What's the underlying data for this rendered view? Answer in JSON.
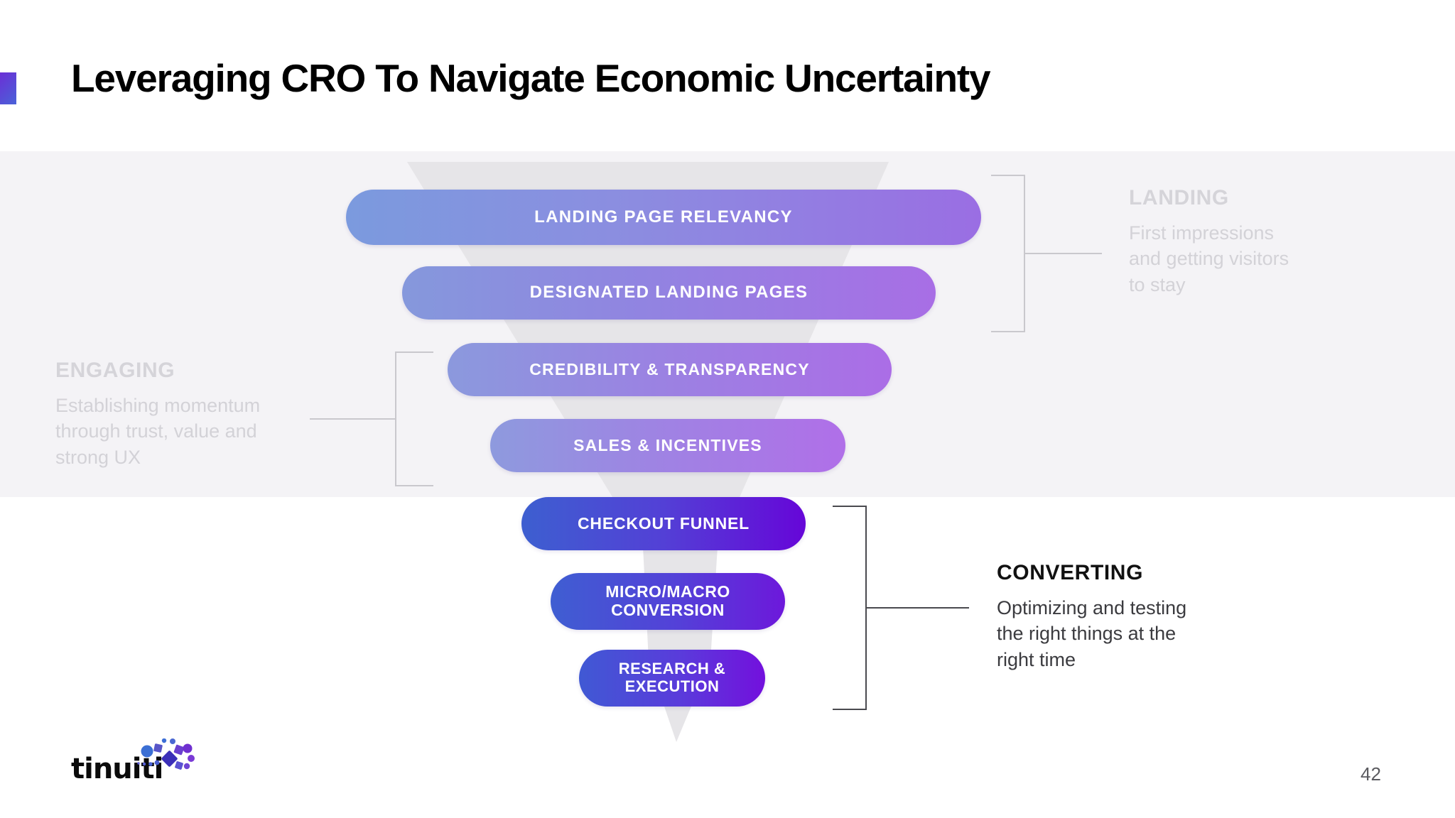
{
  "header": {
    "title": "Leveraging CRO To Navigate Economic Uncertainty",
    "accent_color": "#6b2fd6"
  },
  "funnel": {
    "shape_color": "#e6e5e8",
    "stages": [
      {
        "id": "landing-page-relevancy",
        "label": "LANDING PAGE RELEVANCY",
        "gradient_from": "#7b9ade",
        "gradient_to": "#9a6ee3"
      },
      {
        "id": "designated-landing-pages",
        "label": "DESIGNATED LANDING PAGES",
        "gradient_from": "#8598dc",
        "gradient_to": "#a86ee5"
      },
      {
        "id": "credibility-transparency",
        "label": "CREDIBILITY & TRANSPARENCY",
        "gradient_from": "#8b99dd",
        "gradient_to": "#ab6de6"
      },
      {
        "id": "sales-incentives",
        "label": "SALES & INCENTIVES",
        "gradient_from": "#8e9ade",
        "gradient_to": "#b06fe8"
      },
      {
        "id": "checkout-funnel",
        "label": "CHECKOUT FUNNEL",
        "gradient_from": "#3d5fd0",
        "gradient_to": "#6606d8"
      },
      {
        "id": "micro-macro-conversion",
        "label": "MICRO/MACRO\nCONVERSION",
        "gradient_from": "#3f5ed2",
        "gradient_to": "#6d18db"
      },
      {
        "id": "research-execution",
        "label": "RESEARCH &\nEXECUTION",
        "gradient_from": "#4059d4",
        "gradient_to": "#7310dd"
      }
    ]
  },
  "callouts": {
    "landing": {
      "title": "LANDING",
      "body": "First impressions\nand getting visitors\nto stay",
      "color": "#d5d4d9"
    },
    "engaging": {
      "title": "ENGAGING",
      "body": "Establishing momentum\nthrough trust, value and\nstrong UX",
      "color": "#d5d4d9"
    },
    "converting": {
      "title": "CONVERTING",
      "body": "Optimizing and testing\nthe right things at the\nright time",
      "color": "#111111"
    }
  },
  "footer": {
    "logo_text": "tinuiti",
    "page_number": "42"
  }
}
